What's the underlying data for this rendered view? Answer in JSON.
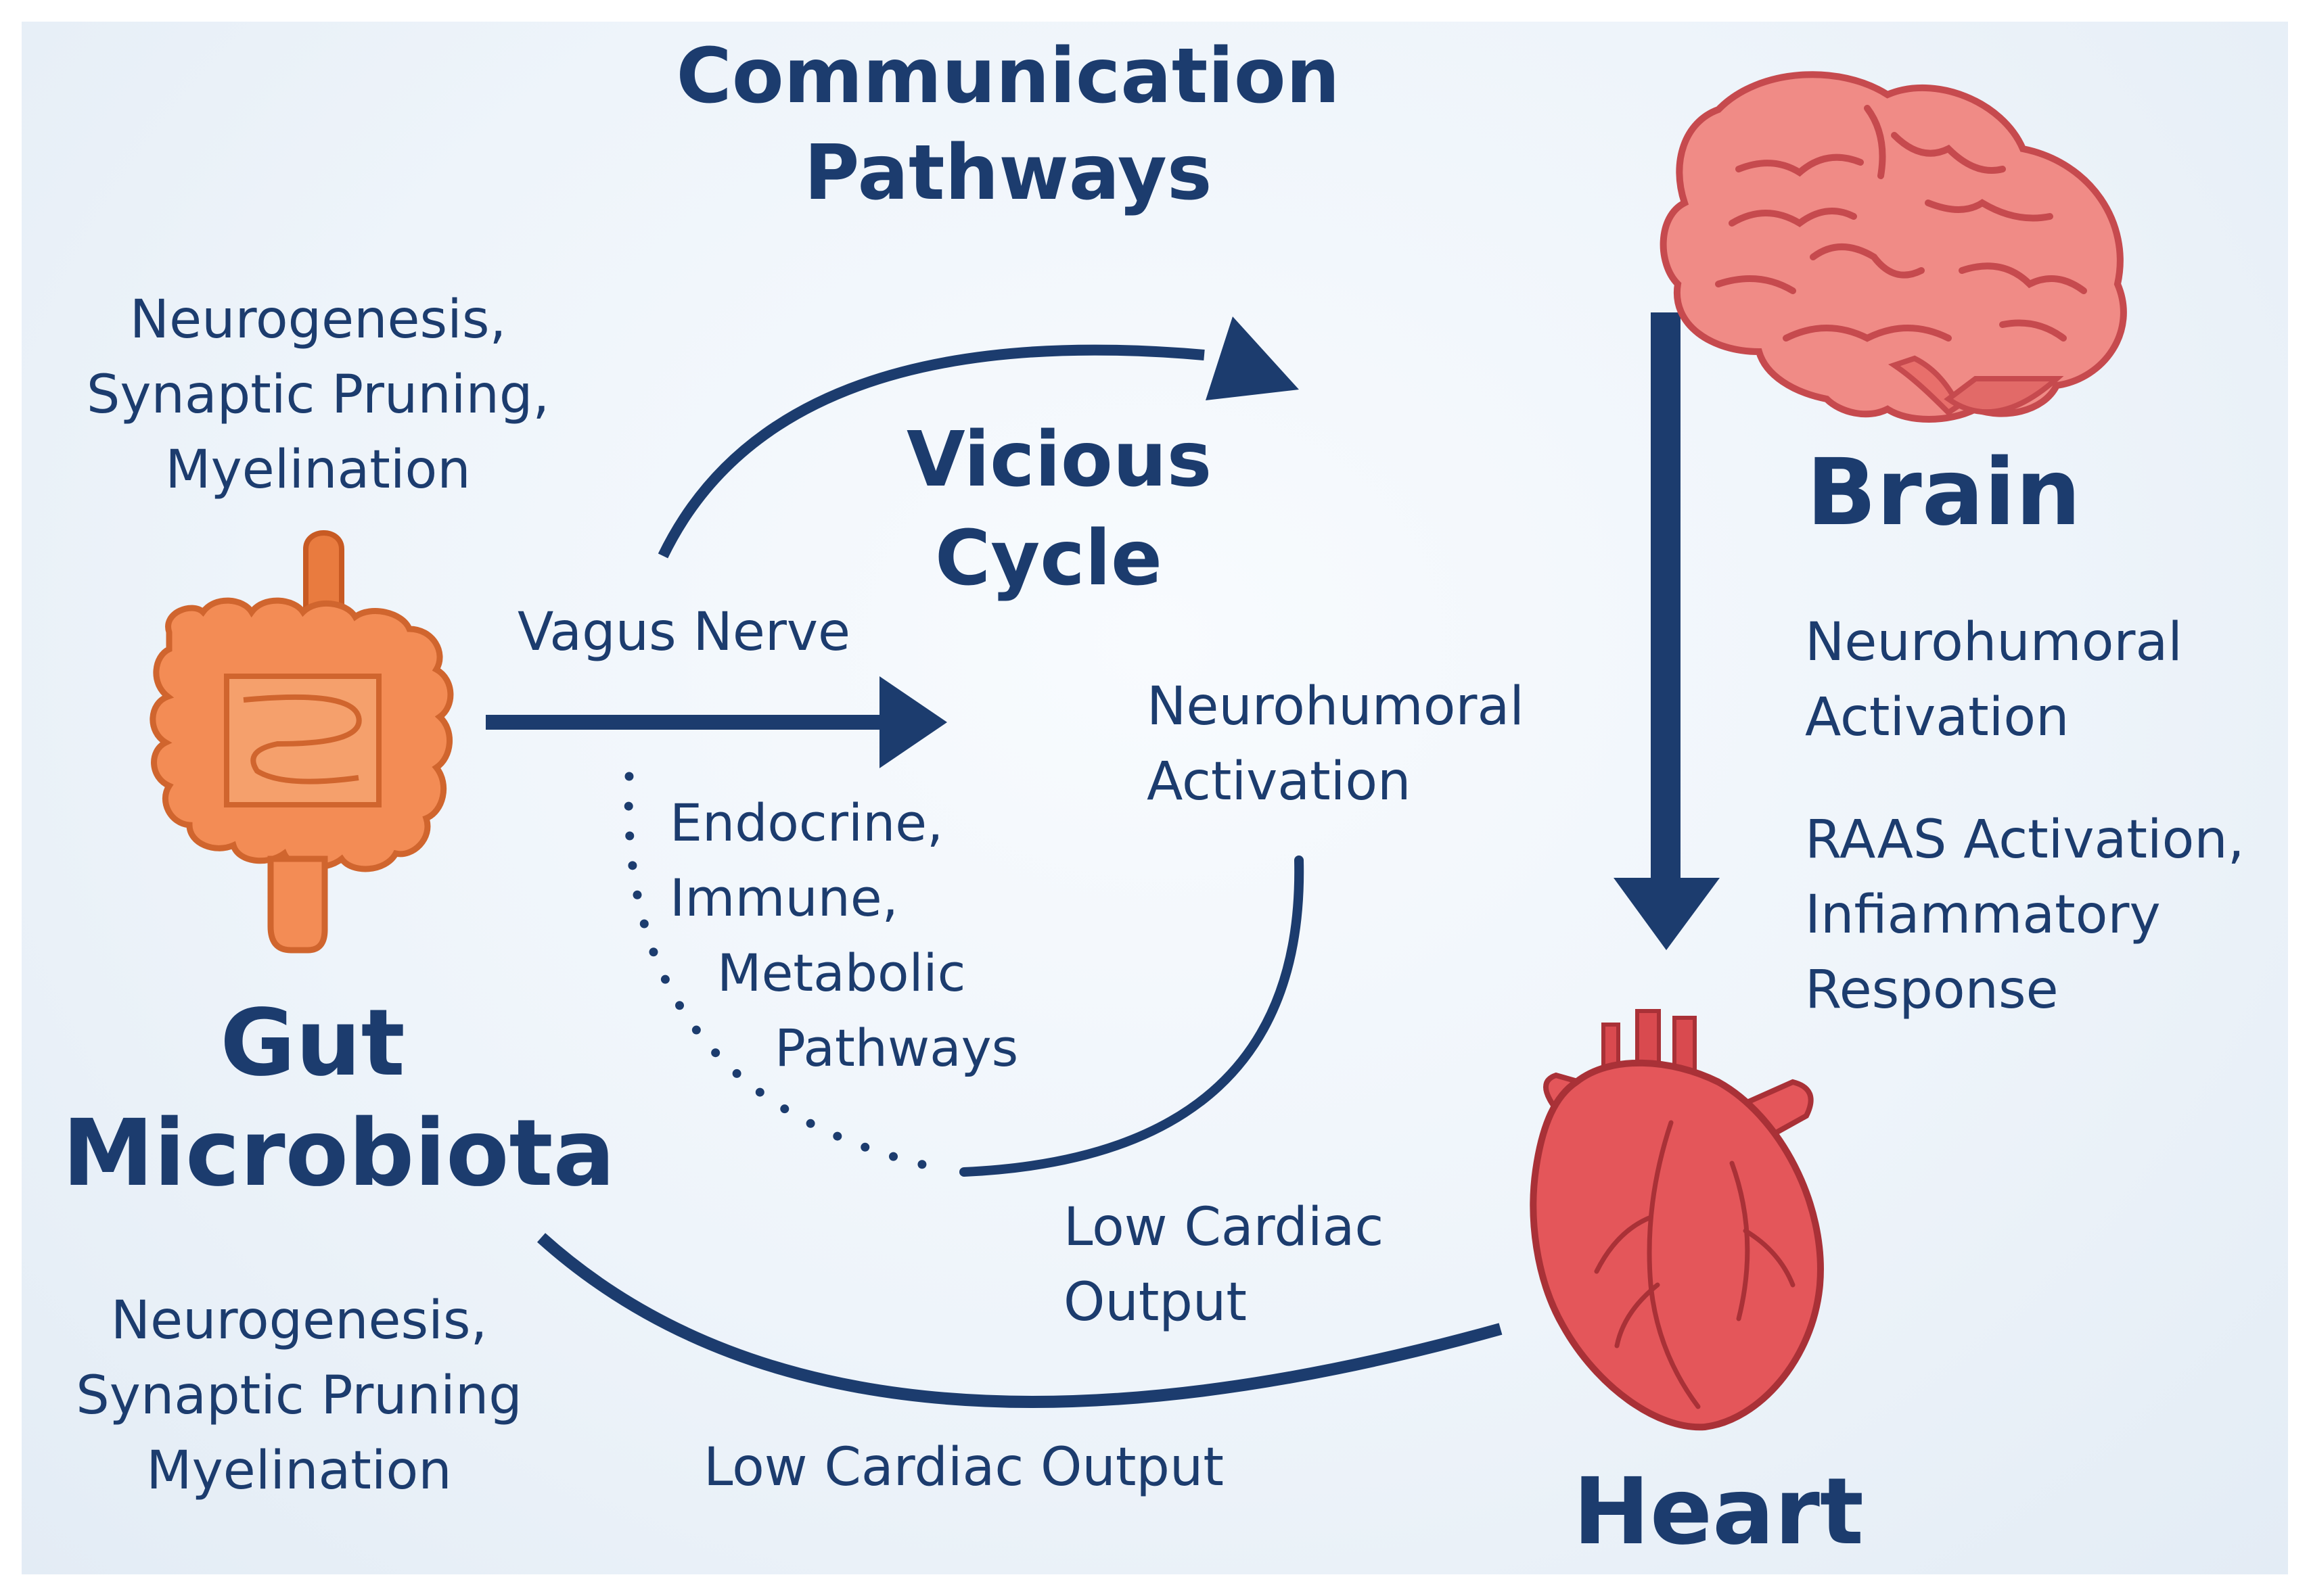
{
  "title": {
    "line1": "Communication",
    "line2": "Pathways"
  },
  "cycle": {
    "line1": "Vicious",
    "line2": "Cycle"
  },
  "nodes": {
    "gut": {
      "line1": "Gut",
      "line2": "Microbiota"
    },
    "brain": "Brain",
    "heart": "Heart"
  },
  "labels": {
    "neuro_top": [
      "Neurogenesis,",
      "Synaptic Pruning,",
      "Myelination"
    ],
    "neuro_bottom": [
      "Neurogenesis,",
      "Synaptic Pruning",
      "Myelination"
    ],
    "vagus": "Vagus Nerve",
    "pathways": [
      "Endocrine,",
      "Immune,",
      "Metabolic",
      "Pathways"
    ],
    "neurohumoral_center": [
      "Neurohumoral",
      "Activation"
    ],
    "neurohumoral_right": [
      "Neurohumoral",
      "Activation"
    ],
    "raas": [
      "RAAS Activation,",
      "Infiammatory",
      "Response"
    ],
    "low_output_center": [
      "Low Cardiac",
      "Output"
    ],
    "low_output_bottom": "Low Cardiac Output"
  },
  "colors": {
    "text": "#1c3c6e",
    "arrow": "#1c3c6e",
    "gut": "#f08a52",
    "brain": "#ee7c78",
    "heart": "#e4565a"
  }
}
